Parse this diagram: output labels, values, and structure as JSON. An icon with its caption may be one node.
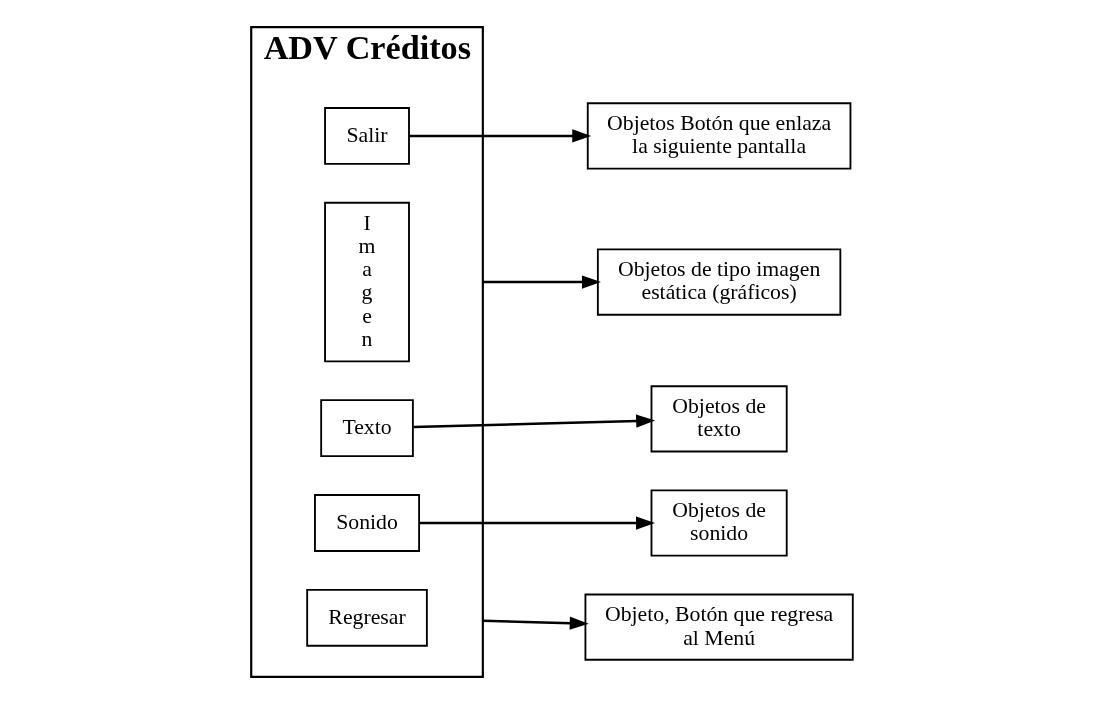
{
  "diagram": {
    "nodes": [
      {
        "text": [
          "ADV Créditos"
        ]
      },
      {
        "text": [
          "Salir"
        ],
        "in": 0
      },
      {
        "text": [
          "I m a g e n"
        ],
        "in": 0
      },
      {
        "text": [
          "Texto"
        ],
        "in": 0
      },
      {
        "text": [
          "Sonido"
        ],
        "in": 0
      },
      {
        "text": [
          "Regresar"
        ],
        "in": 0
      },
      {
        "text": [
          "Objetos Botón que enlaza la siguiente pantalla"
        ]
      },
      {
        "text": [
          "Objetos de texto"
        ]
      },
      {
        "text": [
          "Objetos de sonido"
        ]
      },
      {
        "text": [
          "Objetos de tipo imagen estática (gráficos)"
        ]
      },
      {
        "text": [
          "Objeto, Botón que regresa al Menú"
        ]
      }
    ],
    "edges": [
      {
        "from": 1,
        "to": 6,
        "arrow": "to"
      },
      {
        "from": 3,
        "to": 7,
        "arrow": "to"
      },
      {
        "from": 4,
        "to": 8,
        "arrow": "to"
      },
      {
        "from": 0,
        "to": 9,
        "arrow": "to"
      },
      {
        "from": 0,
        "to": 10,
        "arrow": "to"
      }
    ]
  }
}
